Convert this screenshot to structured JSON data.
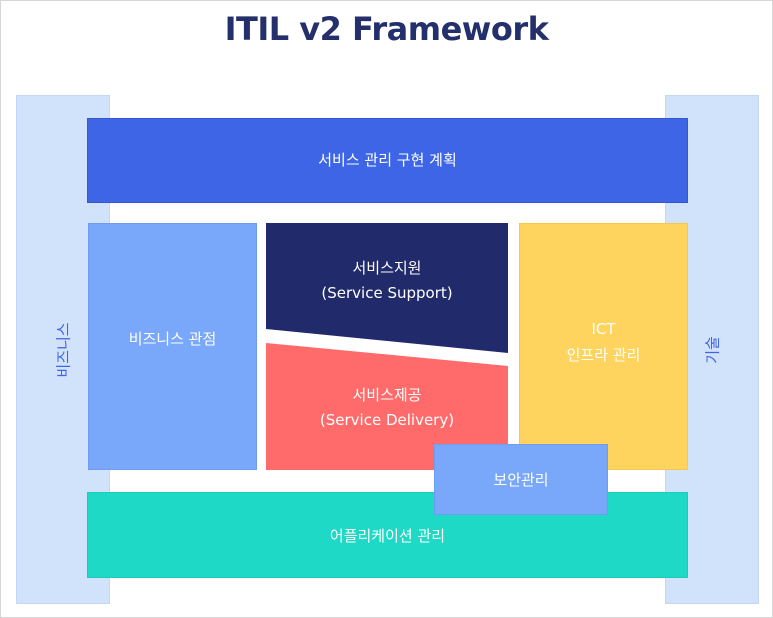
{
  "title": "ITIL v2 Framework",
  "colors": {
    "title": "#24306b",
    "side_column": "#d1e2fb",
    "side_text": "#3e65e6",
    "service_management_planning": "#3e65e6",
    "business_perspective": "#79a8fb",
    "service_support": "#212b6b",
    "service_delivery": "#ff6b6b",
    "ict_infrastructure": "#fed45f",
    "security_management": "#79a8fb",
    "application_management": "#1dd9c6"
  },
  "side": {
    "left": "비즈니스",
    "right": "기술"
  },
  "blocks": {
    "planning": "서비스 관리 구현 계획",
    "business_perspective": "비즈니스 관점",
    "service_support": {
      "line1": "서비스지원",
      "line2": "(Service Support)"
    },
    "service_delivery": {
      "line1": "서비스제공",
      "line2": "(Service Delivery)"
    },
    "ict": {
      "line1": "ICT",
      "line2": "인프라 관리"
    },
    "security": "보안관리",
    "application": "어플리케이션 관리"
  }
}
